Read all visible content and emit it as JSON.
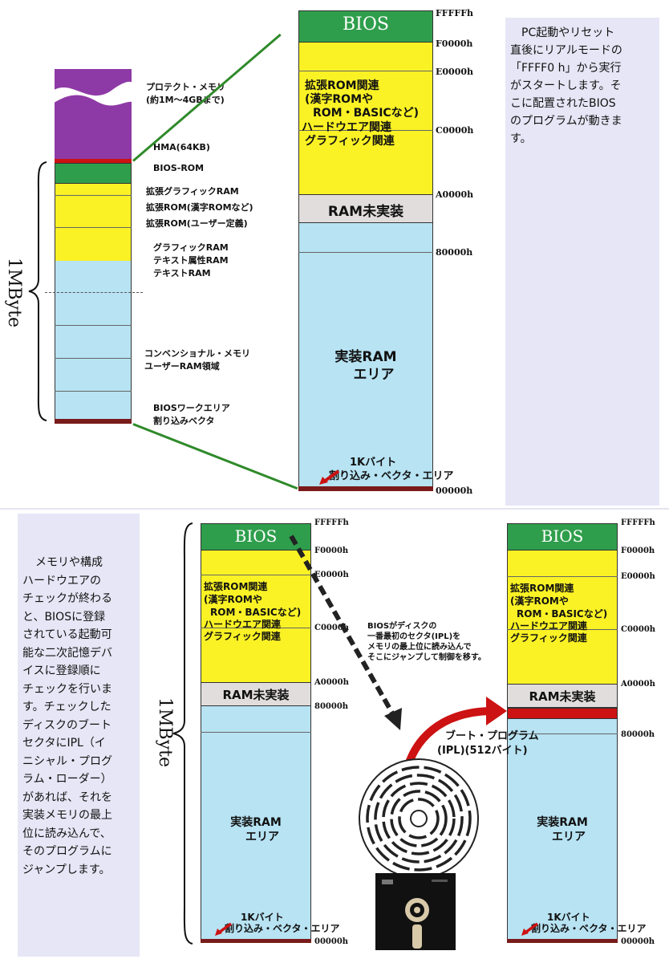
{
  "top": {
    "description": "PC起動やリセット直後にリアルモードの「FFFF0 h」から実行がスタートします。そこに配置されたBIOSのプログラムが動きます。",
    "description_lines": [
      "PC起動やリセット",
      "直後にリアルモードの",
      "「FFFF0 h」から実行",
      "がスタートします。そ",
      "こに配置されたBIOS",
      "のプログラムが動きま",
      "す。"
    ],
    "size_label": "1MByte",
    "small_map_labels": {
      "protect": "プロテクト・メモリ",
      "protect_range": "(約1M～4GBまで)",
      "hma": "HMA(64KB)",
      "bios_rom": "BIOS-ROM",
      "ext_graphic": "拡張グラフィックRAM",
      "ext_rom_kanji": "拡張ROM(漢字ROMなど)",
      "ext_rom_user": "拡張ROM(ユーザー定義)",
      "graphic_ram": "グラフィックRAM",
      "text_attr_ram": "テキスト属性RAM",
      "text_ram": "テキストRAM",
      "conventional": "コンベンショナル・メモリ",
      "user_ram": "ユーザーRAM領域",
      "bios_work": "BIOSワークエリア",
      "int_vector": "割り込みベクタ"
    },
    "big_map": {
      "bios": "BIOS",
      "ext_lines": [
        "拡張ROM関連",
        "(漢字ROMや",
        "ROM・BASICなど)",
        "ハードウエア関連",
        "グラフィック関連"
      ],
      "ram_none": "RAM未実装",
      "ram_area": [
        "実装RAM",
        "エリア"
      ],
      "vector_area": [
        "1Kバイト",
        "割り込み・ベクタ・エリア"
      ],
      "addresses": [
        "FFFFFh",
        "F0000h",
        "E0000h",
        "C0000h",
        "A0000h",
        "80000h",
        "00000h"
      ]
    }
  },
  "bottom": {
    "description": "メモリや構成ハードウエアのチェックが終わると、BIOSに登録されている起動可能な二次記憶デバイスに登録順にチェックを行います。チェックしたディスクのブートセクタにIPL（イニシャル・プログラム・ローダー）があれば、それを実装メモリの最上位に読み込んで、そのプログラムにジャンプします。",
    "description_lines": [
      "メモリや構成",
      "ハードウエアの",
      "チェックが終わる",
      "と、BIOSに登録",
      "されている起動可",
      "能な二次記憶デバ",
      "イスに登録順に",
      "チェックを行いま",
      "す。チェックした",
      "ディスクのブート",
      "セクタにIPL（イ",
      "ニシャル・プログ",
      "ラム・ローダー）",
      "があれば、それを",
      "実装メモリの最上",
      "位に読み込んで、",
      "そのプログラムに",
      "ジャンプします。"
    ],
    "size_label": "1MByte",
    "note_lines": [
      "BIOSがディスクの",
      "一番最初のセクタ(IPL)を",
      "メモリの最上位に読み込んで",
      "そこにジャンプして制御を移す。"
    ],
    "boot_label": [
      "ブート・プログラム",
      "(IPL)(512バイト)"
    ]
  },
  "colors": {
    "purple": "#8e3aa6",
    "green": "#2f9e4c",
    "yellow": "#faf225",
    "lightblue": "#b7e3f3",
    "gray": "#e2dddd",
    "red": "#cc1212",
    "panel": "#e6e6f6",
    "line_green": "#2f8a2a"
  }
}
